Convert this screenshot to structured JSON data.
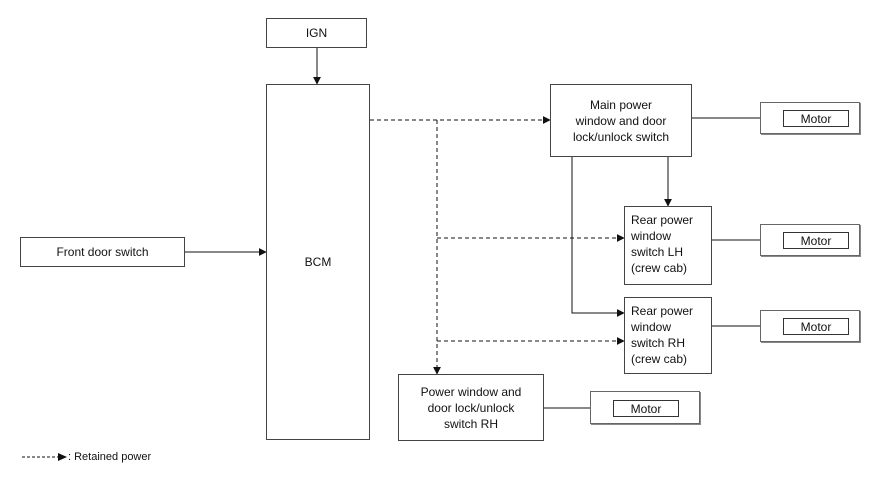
{
  "blocks": {
    "ign": "IGN",
    "bcm": "BCM",
    "front_door_switch": "Front door switch",
    "main_switch": "Main power\nwindow and door\nlock/unlock switch",
    "rear_lh": "Rear power\nwindow\nswitch LH\n(crew cab)",
    "rear_rh": "Rear power\nwindow\nswitch RH\n(crew cab)",
    "pw_rh": "Power window and\ndoor lock/unlock\nswitch RH"
  },
  "motors": {
    "main": "Motor",
    "rear_lh": "Motor",
    "rear_rh": "Motor",
    "pw_rh": "Motor"
  },
  "legend": {
    "label": ": Retained power"
  }
}
